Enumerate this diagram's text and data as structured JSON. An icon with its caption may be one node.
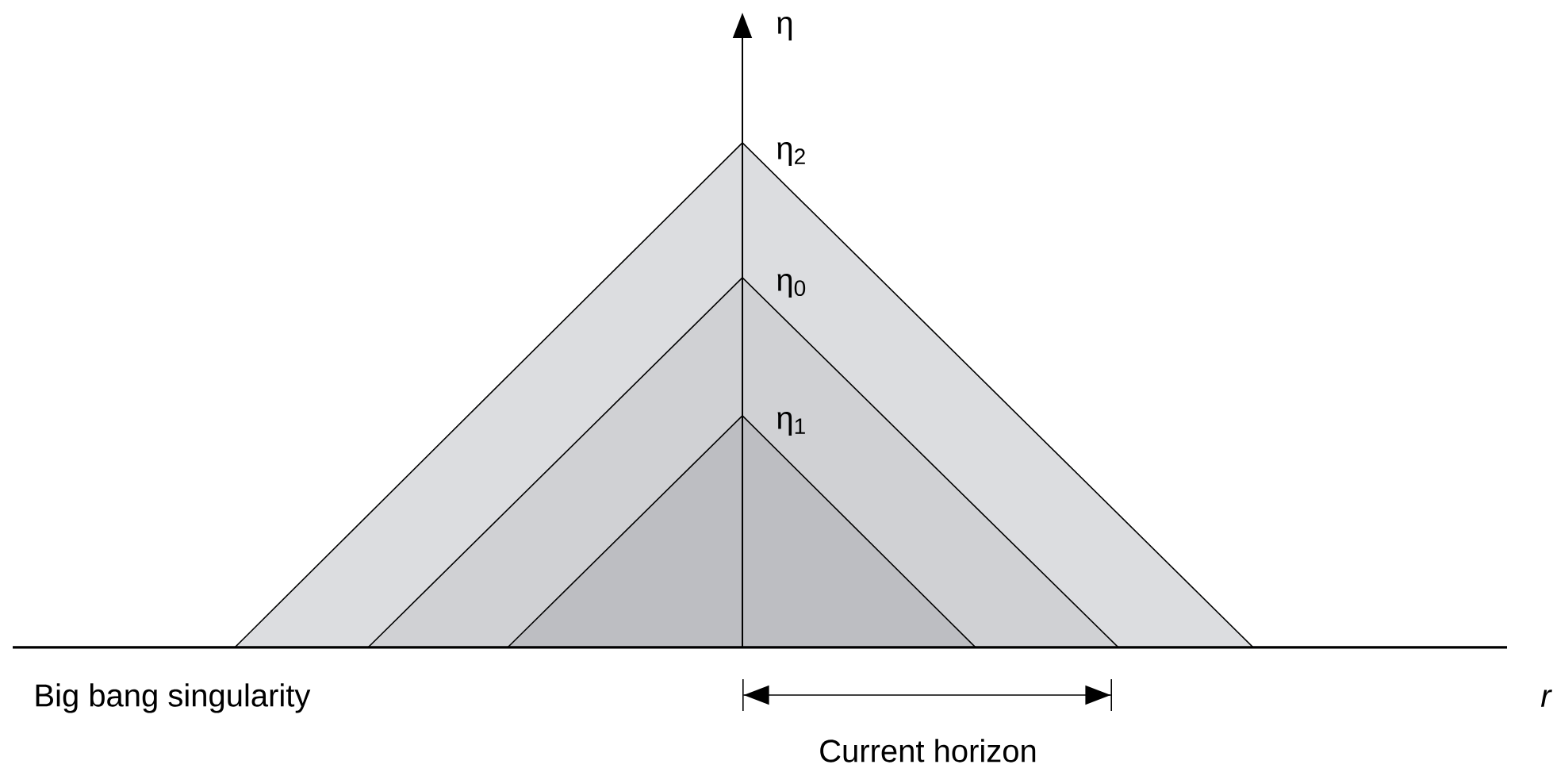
{
  "diagram": {
    "labels": [
      "η",
      "η$_{2}$",
      "η$_{0}$",
      "η$_{1}$",
      "Big bang singularity",
      "r",
      "Current horizon"
    ]
  }
}
